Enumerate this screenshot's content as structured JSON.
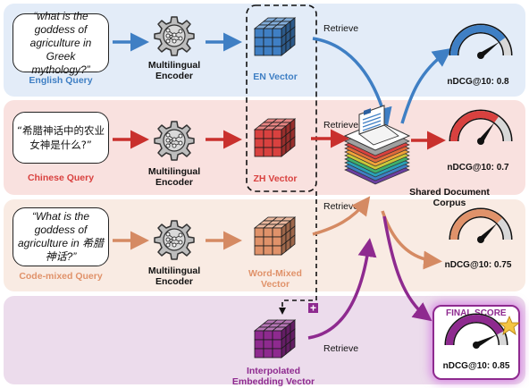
{
  "rows": [
    {
      "id": "en",
      "query": "“what is the goddess of agriculture in Greek mythology?”",
      "query_label": "English Query",
      "encoder_label": "Multilingual Encoder",
      "vector_label": "EN Vector",
      "retrieve": "Retrieve",
      "score": "nDCG@10: 0.8"
    },
    {
      "id": "zh",
      "query": "“希腊神话中的农业女神是什么?”",
      "query_label": "Chinese Query",
      "encoder_label": "Multilingual Encoder",
      "vector_label": "ZH Vector",
      "retrieve": "Retrieve",
      "score": "nDCG@10: 0.7"
    },
    {
      "id": "mix",
      "query": "“What is the goddess of agriculture in 希腊神话?”",
      "query_label": "Code-mixed Query",
      "encoder_label": "Multilingual Encoder",
      "vector_label": "Word-Mixed Vector",
      "retrieve": "Retrieve",
      "score": "nDCG@10: 0.75"
    }
  ],
  "interp": {
    "vector_label": "Interpolated Embedding Vector",
    "retrieve": "Retrieve",
    "final_title": "FINAL SCORE",
    "score": "nDCG@10: 0.85",
    "plus": "+"
  },
  "corpus_label": "Shared Document Corpus",
  "colors": {
    "en": "#3f7fc4",
    "zh": "#d9413f",
    "mix": "#e0926a",
    "interp": "#8e2a8f",
    "band_en": "#e3ecf8",
    "band_zh": "#f9e1df",
    "band_mix": "#f9ebe3",
    "band_interp": "#ecdcec"
  },
  "gauges": [
    {
      "row": "en",
      "level": 0.8
    },
    {
      "row": "zh",
      "level": 0.7
    },
    {
      "row": "mix",
      "level": 0.75
    },
    {
      "row": "interp",
      "level": 0.85
    }
  ]
}
